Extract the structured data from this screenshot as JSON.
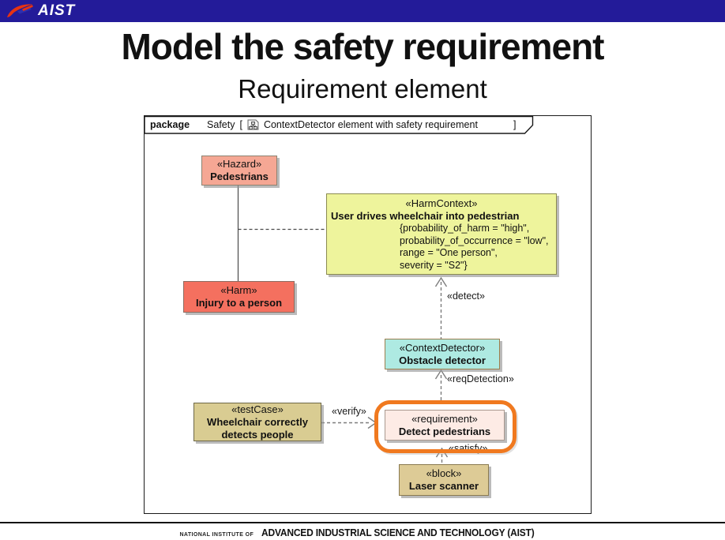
{
  "topbar": {
    "logo_text": "AIST",
    "bar_color": "#231b99"
  },
  "title": "Model the safety requirement",
  "subtitle": "Requirement element",
  "frame": {
    "keyword": "package",
    "name": "Safety",
    "bracket_open": "[",
    "diagram_name": "ContextDetector element with safety requirement",
    "bracket_close": "]"
  },
  "nodes": [
    {
      "stereotype": "«Hazard»",
      "name": "Pedestrians",
      "fill": "#f5a794",
      "border": "#8c8270"
    },
    {
      "stereotype": "«HarmContext»",
      "name": "User drives wheelchair into pedestrian",
      "fill": "#eef49c",
      "border": "#8b8b50",
      "properties": [
        "{probability_of_harm = \"high\",",
        "probability_of_occurrence = \"low\",",
        "range = \"One person\",",
        "severity = \"S2\"}"
      ]
    },
    {
      "stereotype": "«Harm»",
      "name": "Injury to a person",
      "fill": "#f4705f",
      "border": "#8c6b60"
    },
    {
      "stereotype": "«ContextDetector»",
      "name": "Obstacle detector",
      "fill": "#aeeae2",
      "border": "#9c7f4e"
    },
    {
      "stereotype": "«testCase»",
      "name": "Wheelchair correctly detects people",
      "fill": "#d9cc92",
      "border": "#6e6847"
    },
    {
      "stereotype": "«requirement»",
      "name": "Detect pedestrians",
      "fill": "#fdebe5",
      "border": "#a99990"
    },
    {
      "stereotype": "«block»",
      "name": "Laser scanner",
      "fill": "#ddcb96",
      "border": "#8a7a50"
    }
  ],
  "edge_labels": {
    "detect": "«detect»",
    "req_detection": "«reqDetection»",
    "verify": "«verify»",
    "satisfy": "«satisfy»"
  },
  "highlight": {
    "color": "#f0791f"
  },
  "footer": {
    "prefix": "NATIONAL INSTITUTE OF",
    "name": "ADVANCED INDUSTRIAL SCIENCE AND TECHNOLOGY (AIST)"
  }
}
